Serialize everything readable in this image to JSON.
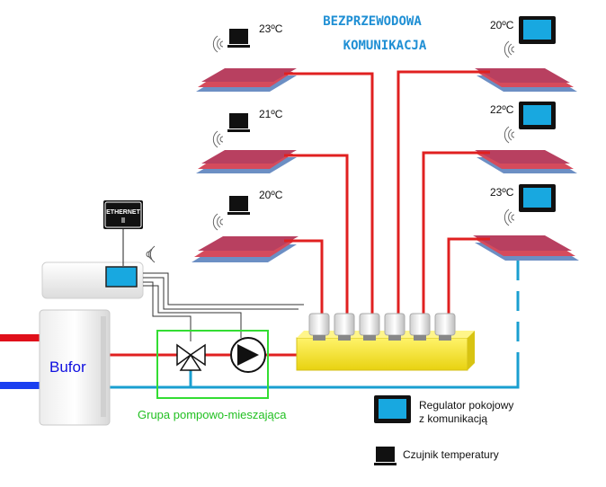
{
  "diagram": {
    "title_line1": "BEZPRZEWODOWA",
    "title_line2": "KOMUNIKACJA",
    "zones_left": [
      {
        "temp": "23ºC"
      },
      {
        "temp": "21ºC"
      },
      {
        "temp": "20ºC"
      }
    ],
    "zones_right": [
      {
        "temp": "20ºC"
      },
      {
        "temp": "22ºC"
      },
      {
        "temp": "23ºC"
      }
    ],
    "buffer_label": "Bufor",
    "ethernet_label": "ETHERNET",
    "pump_group_label": "Grupa pompowo-mieszająca",
    "legend": {
      "regulator_line1": "Regulator pokojowy",
      "regulator_line2": "z komunikacją",
      "sensor": "Czujnik temperatury"
    },
    "colors": {
      "supply": "#e02020",
      "return": "#1a9fd0",
      "manifold": "#f5e62a",
      "screen": "#18a8e0",
      "group_box": "#33dd33"
    }
  }
}
